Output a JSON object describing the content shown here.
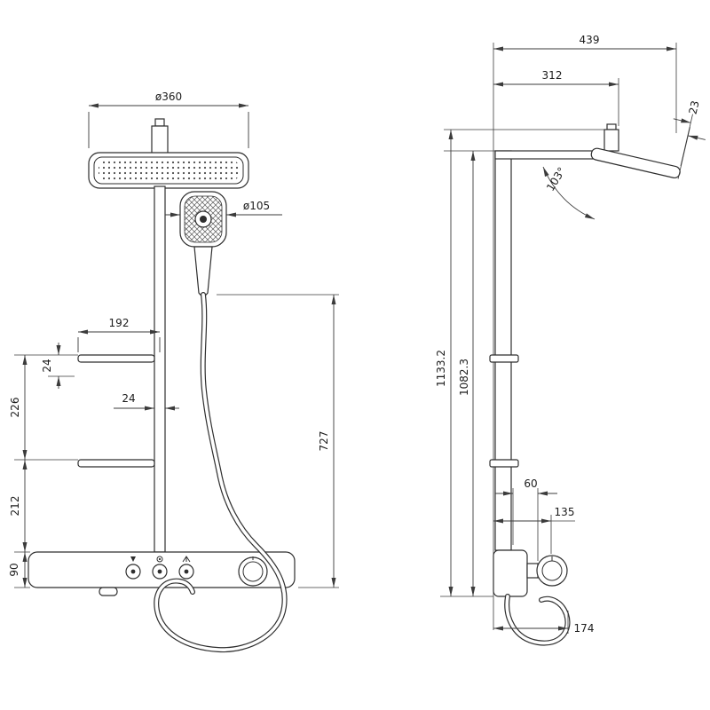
{
  "front": {
    "head_diameter": "ø360",
    "hand_diameter": "ø105",
    "shelf_width": "192",
    "shelf_drop": "24",
    "shelf_spacing": "226",
    "column_width": "24",
    "lower_span": "212",
    "base_height": "90",
    "drop_height": "727"
  },
  "side": {
    "overall_depth": "439",
    "arm_reach": "312",
    "head_edge": "23",
    "head_angle": "103°",
    "overall_height": "1133.2",
    "bar_height": "1082.3",
    "valve_offset": "60",
    "valve_depth": "135",
    "hose_depth": "174"
  }
}
